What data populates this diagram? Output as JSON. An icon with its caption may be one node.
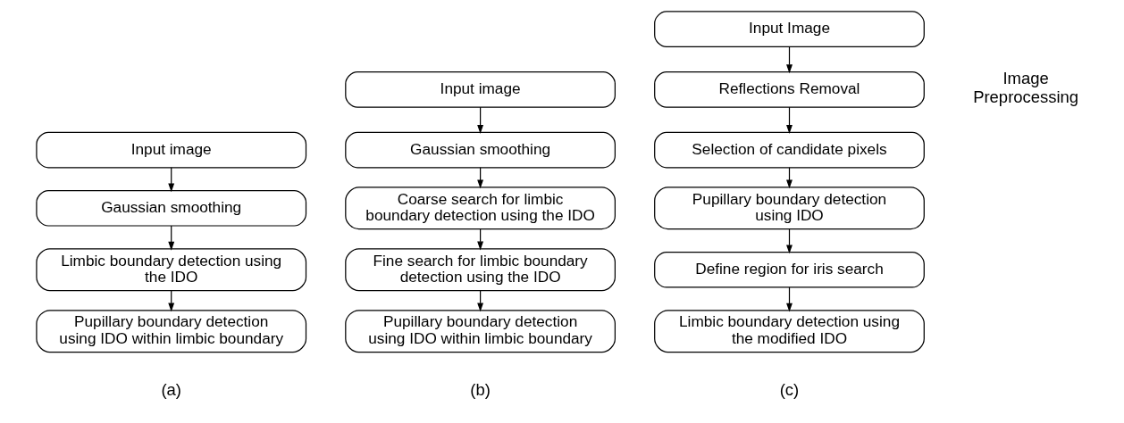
{
  "diagram": {
    "nodes": [
      {
        "text": [
          "Input image"
        ]
      },
      {
        "text": [
          "Gaussian smoothing"
        ]
      },
      {
        "text": [
          "Limbic boundary detection using the IDO"
        ]
      },
      {
        "text": [
          "Pupillary boundary detection using IDO within limbic boundary"
        ]
      },
      {
        "text": [
          "Input image"
        ]
      },
      {
        "text": [
          "Gaussian smoothing"
        ]
      },
      {
        "text": [
          "Coarse search for limbic boundary detection using the IDO"
        ]
      },
      {
        "text": [
          "Fine search for limbic boundary detection using the IDO"
        ]
      },
      {
        "text": [
          "Pupillary boundary detection using IDO within limbic boundary"
        ]
      },
      {
        "text": [
          "Input Image"
        ]
      },
      {
        "text": [
          "Reflections Removal"
        ]
      },
      {
        "text": [
          "Selection of candidate pixels"
        ]
      },
      {
        "text": [
          "Pupillary boundary detection using IDO"
        ]
      },
      {
        "text": [
          "Define region for iris search"
        ]
      },
      {
        "text": [
          "Limbic boundary detection using the modified IDO"
        ]
      }
    ],
    "edges": [
      {
        "from": 0,
        "to": 1,
        "arrow": "to"
      },
      {
        "from": 1,
        "to": 2,
        "arrow": "to"
      },
      {
        "from": 2,
        "to": 3,
        "arrow": "to"
      },
      {
        "from": 4,
        "to": 5,
        "arrow": "to"
      },
      {
        "from": 5,
        "to": 6,
        "arrow": "to"
      },
      {
        "from": 6,
        "to": 7,
        "arrow": "to"
      },
      {
        "from": 7,
        "to": 8,
        "arrow": "to"
      },
      {
        "from": 9,
        "to": 10,
        "arrow": "to"
      },
      {
        "from": 10,
        "to": 11,
        "arrow": "to"
      },
      {
        "from": 11,
        "to": 12,
        "arrow": "to"
      },
      {
        "from": 12,
        "to": 13,
        "arrow": "to"
      },
      {
        "from": 13,
        "to": 14,
        "arrow": "to"
      }
    ],
    "labels": [
      "Image Preprocessing",
      "(a)",
      "(b)",
      "(c)"
    ]
  }
}
